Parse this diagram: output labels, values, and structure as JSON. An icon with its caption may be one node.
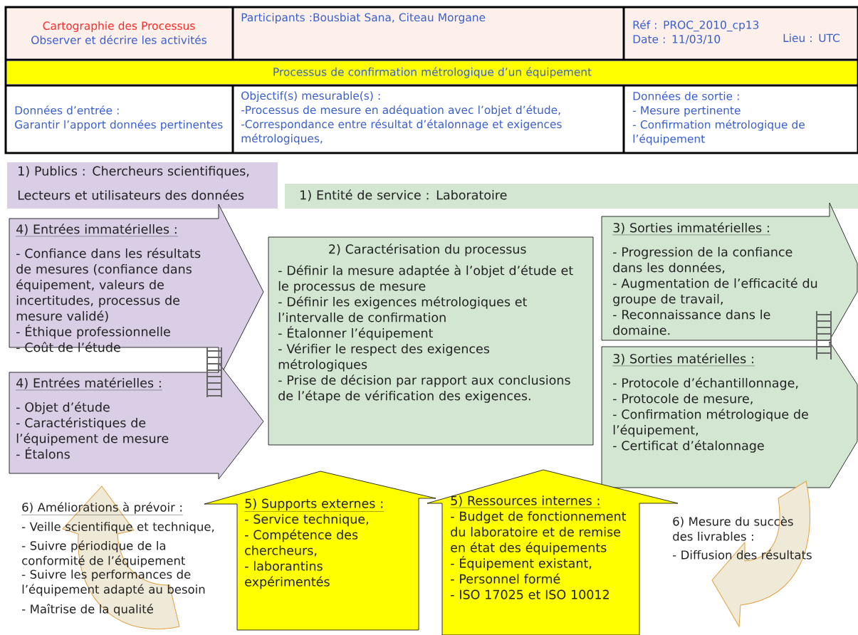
{
  "diagram": {
    "nodes": [
      {
        "text": [
          "Cartographie des Processus",
          "Observer et décrire les activités"
        ]
      },
      {
        "text": [
          "Participants :Bousbiat Sana, Citeau Morgane"
        ]
      },
      {
        "text": [
          "Réf : PROC_2010_cp13",
          "Date : 11/03/10",
          "Lieu : UTC"
        ]
      },
      {
        "text": [
          "Processus de confirmation métrologique d’un équipement"
        ]
      },
      {
        "text": [
          "Données d’entrée :",
          "Garantir l’apport données pertinentes"
        ]
      },
      {
        "text": [
          "Objectif(s) mesurable(s) :",
          "-Processus de mesure en adéquation avec l’objet d’étude,",
          "-Correspondance entre résultat d’étalonnage et exigences métrologiques,"
        ]
      },
      {
        "text": [
          "Données de sortie :",
          "- Mesure pertinente",
          "- Confirmation métrologique de l’équipement"
        ]
      },
      {
        "text": [
          "1) Publics : Chercheurs scientifiques, Lecteurs et utilisateurs des données"
        ]
      },
      {
        "text": [
          "1) Entité de service : Laboratoire"
        ]
      },
      {
        "text": [
          "4) Entrées immatérielles :",
          "- Confiance dans les résultats de mesures (confiance dans équipement, valeurs de incertitudes, processus de mesure validé)",
          "- Éthique professionnelle",
          "- Coût de l’étude"
        ]
      },
      {
        "text": [
          "4) Entrées matérielles :",
          "- Objet d’étude",
          "- Caractéristiques de l’équipement de mesure",
          "- Étalons"
        ]
      },
      {
        "text": [
          "2) Caractérisation du processus",
          "- Définir la mesure adaptée à l’objet d’étude et le processus de mesure",
          "- Définir les exigences métrologiques et l’intervalle de confirmation",
          "- Étalonner l’équipement",
          "- Vérifier le respect des exigences métrologiques",
          "- Prise de décision par rapport aux conclusions de l’étape de vérification des exigences."
        ]
      },
      {
        "text": [
          "3) Sorties immatérielles :",
          "- Progression de la confiance dans les données,",
          "- Augmentation de l’efficacité du groupe de travail,",
          "- Reconnaissance dans le domaine."
        ]
      },
      {
        "text": [
          "3) Sorties matérielles :",
          "- Protocole d’échantillonnage,",
          "- Protocole de mesure,",
          "- Confirmation métrologique de l’équipement,",
          "- Certificat d’étalonnage"
        ]
      },
      {
        "text": [
          "5) Supports externes :",
          "- Service technique,",
          "- Compétence des chercheurs,",
          "- laborantins expérimentés"
        ]
      },
      {
        "text": [
          "5) Ressources internes :",
          "- Budget de fonctionnement du laboratoire et de remise en état des équipements",
          "- Équipement existant,",
          "- Personnel formé",
          "- ISO 17025 et ISO 10012"
        ]
      }
    ],
    "labels": [
      "6) Améliorations à prévoir :",
      "- Veille scientifique et technique,",
      "- Suivre périodique de la conformité de l’équipement",
      "- Suivre les performances de l’équipement adapté au besoin",
      "- Maîtrise de la qualité",
      "6) Mesure du succès des livrables :",
      "- Diffusion des résultats"
    ]
  }
}
